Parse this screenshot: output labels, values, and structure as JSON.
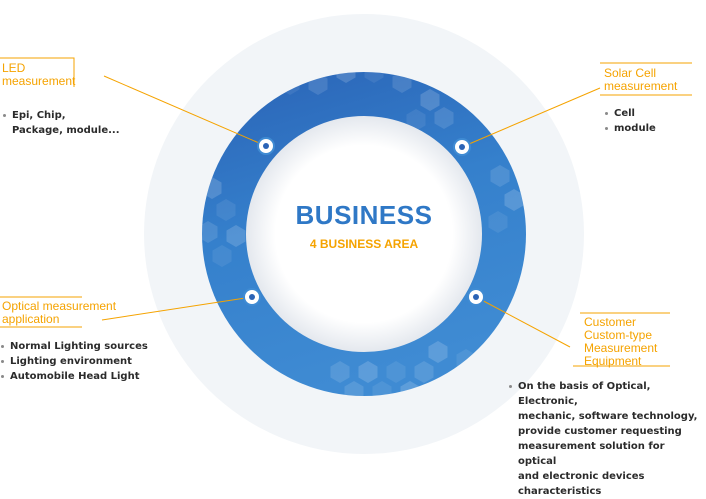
{
  "center": {
    "title": "BUSINESS",
    "subtitle": "4 BUSINESS AREA"
  },
  "colors": {
    "accent": "#f5a300",
    "ring_dark": "#2a63b6",
    "ring_light": "#3f8bd3",
    "halo": "#f2f5f8",
    "text": "#2b2b2b"
  },
  "areas": [
    {
      "id": "led",
      "label": "LED\nmeasurement",
      "items": [
        "Epi, Chip,\nPackage, module..."
      ]
    },
    {
      "id": "solar",
      "label": "Solar Cell\nmeasurement",
      "items": [
        "Cell",
        "module"
      ]
    },
    {
      "id": "optical",
      "label": "Optical measurement\napplication",
      "items": [
        "Normal Lighting sources",
        "Lighting environment",
        "Automobile Head Light"
      ]
    },
    {
      "id": "custom",
      "label": "Customer\nCustom-type\nMeasurement\nEquipment",
      "items": [
        "On the basis of Optical, Electronic,\nmechanic, software technology,\nprovide customer requesting\nmeasurement solution for optical\nand electronic devices characteristics"
      ]
    }
  ]
}
